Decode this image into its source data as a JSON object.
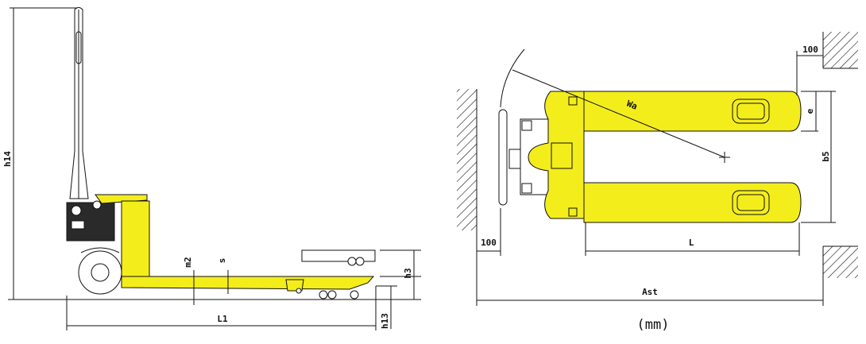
{
  "colors": {
    "body": "#f4ed1c",
    "line": "#111111",
    "background": "#ffffff"
  },
  "side_view": {
    "labels": {
      "h14": "h14",
      "m2": "m2",
      "s": "s",
      "h3": "h3",
      "h13": "h13",
      "l1": "L1"
    }
  },
  "top_view": {
    "labels": {
      "wa": "Wa",
      "dim_100_top": "100",
      "e": "e",
      "b5": "b5",
      "dim_100_left": "100",
      "l": "L",
      "ast": "Ast"
    }
  },
  "unit_label": "(mm)"
}
